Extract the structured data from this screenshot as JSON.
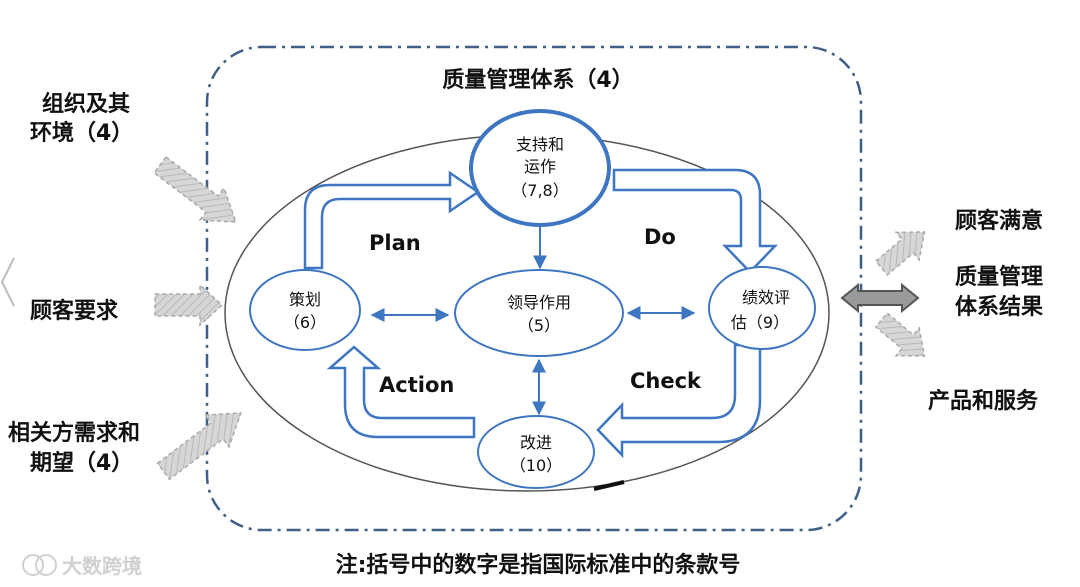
{
  "system_title": "质量管理体系（4）",
  "inputs": {
    "org_line1": "组织及其",
    "org_line2": "环境（4）",
    "customer_req": "顾客要求",
    "party_line1": "相关方需求和",
    "party_line2": "期望（4）"
  },
  "outputs": {
    "satisfaction": "顾客满意",
    "result_line1": "质量管理",
    "result_line2": "体系结果",
    "products": "产品和服务"
  },
  "nodes": {
    "support_line1": "支持和",
    "support_line2": "运作",
    "support_num": "（7,8）",
    "planning_line1": "策划",
    "planning_num": "（6）",
    "leadership_line1": "领导作用",
    "leadership_num": "（5）",
    "evaluation_line1": "绩效评",
    "evaluation_line2": "估（9）",
    "improvement_line1": "改进",
    "improvement_num": "（10）"
  },
  "pdca": {
    "plan": "Plan",
    "do": "Do",
    "check": "Check",
    "action": "Action"
  },
  "note": "注:括号中的数字是指国际标准中的条款号",
  "watermark": "大数跨境",
  "colors": {
    "blue": "#3F76C1",
    "gray_arrow": "#C9C9C9",
    "frame": "#3F5F86"
  }
}
